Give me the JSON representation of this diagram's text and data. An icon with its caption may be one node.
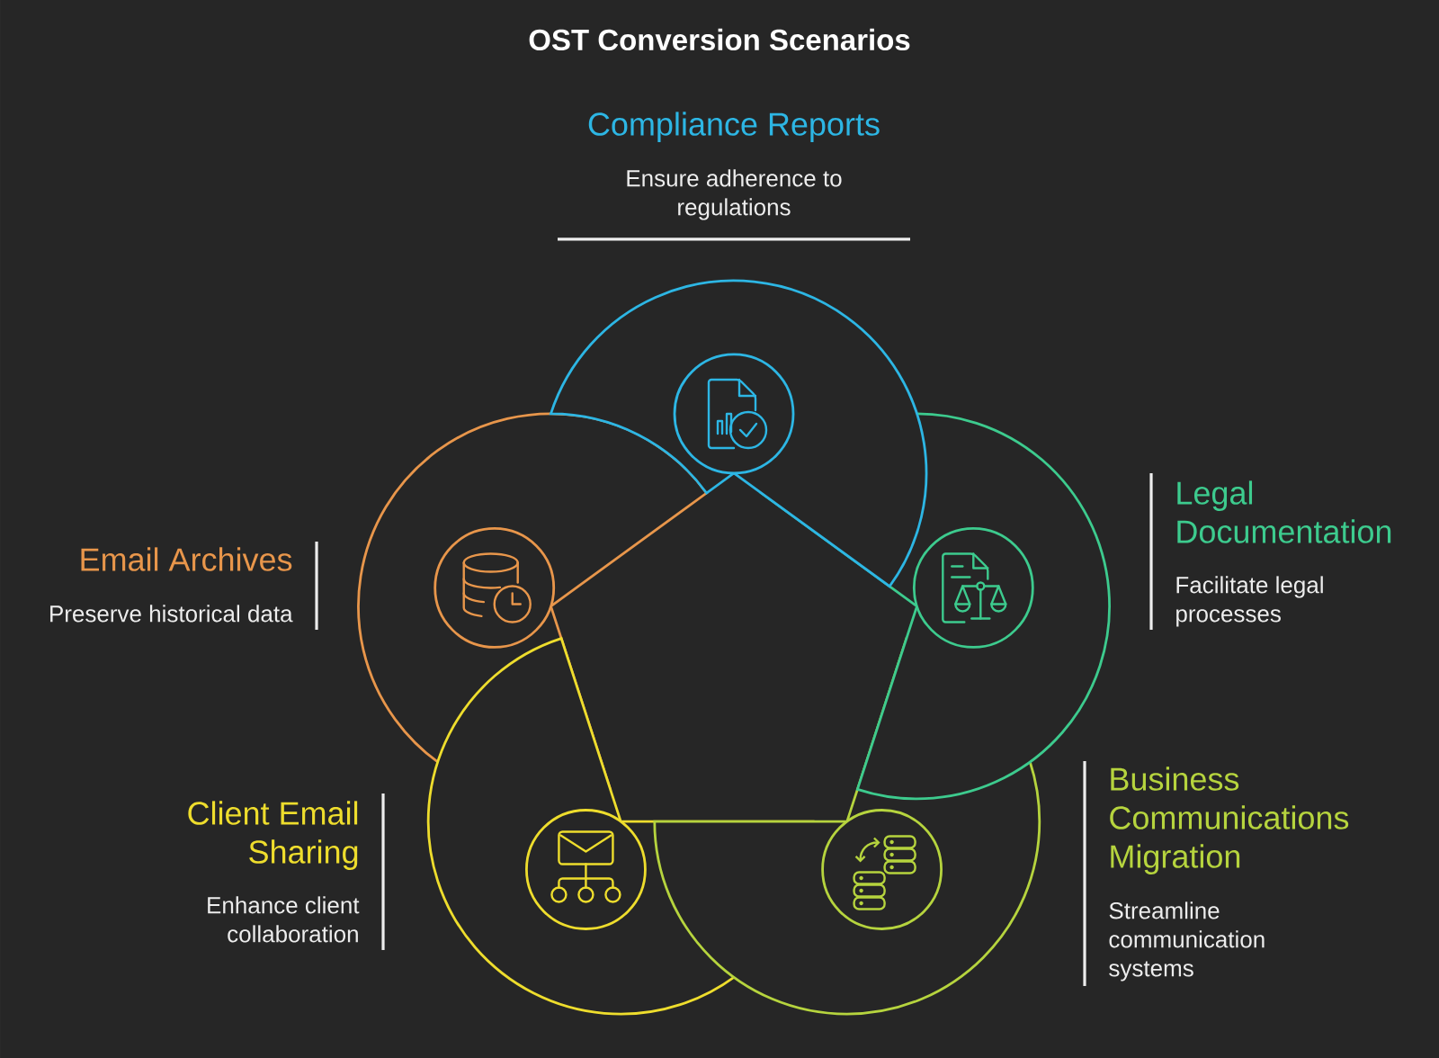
{
  "diagram": {
    "title": "OST Conversion Scenarios",
    "nodes": [
      {
        "text": [
          "Compliance Reports",
          "Ensure adherence to regulations"
        ]
      },
      {
        "text": [
          "Legal Documentation",
          "Facilitate legal processes"
        ]
      },
      {
        "text": [
          "Business Communications Migration",
          "Streamline communication systems"
        ]
      },
      {
        "text": [
          "Client Email Sharing",
          "Enhance client collaboration"
        ]
      },
      {
        "text": [
          "Email Archives",
          "Preserve historical data"
        ]
      }
    ]
  }
}
